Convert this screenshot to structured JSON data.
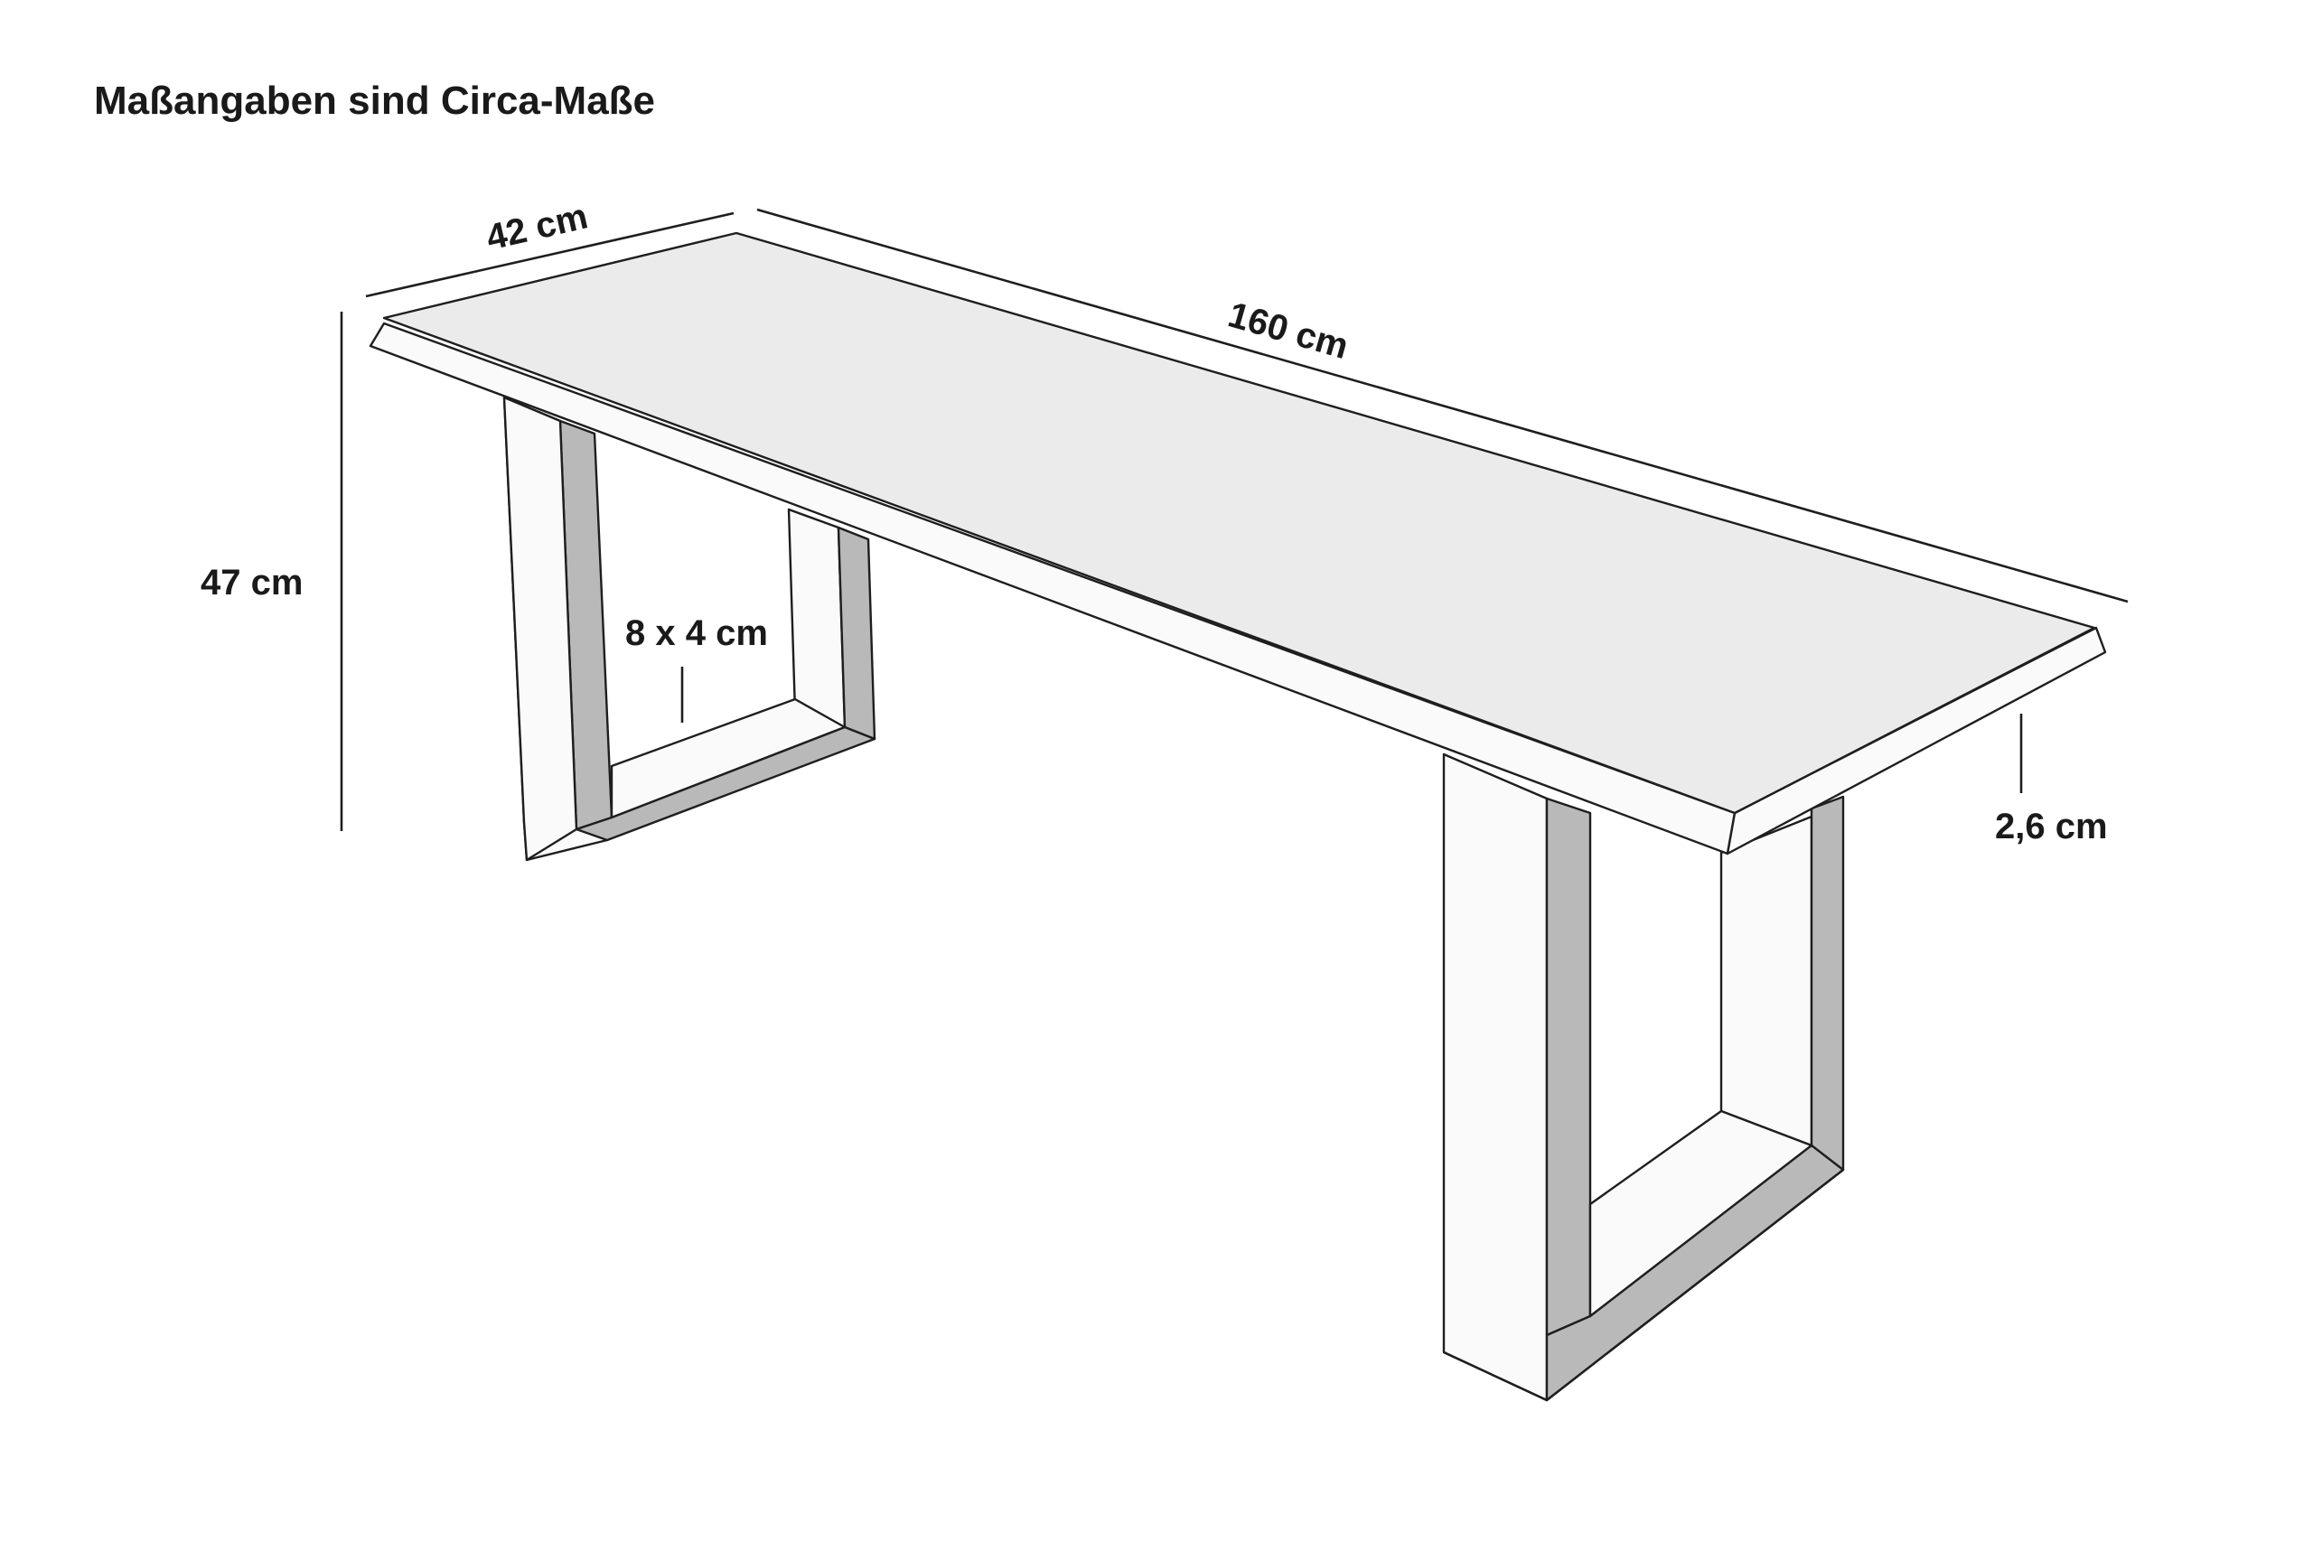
{
  "title": "Maßangaben sind Circa-Maße",
  "dimensions": {
    "depth": "42 cm",
    "length": "160 cm",
    "height": "47 cm",
    "leg_profile": "8 x 4 cm",
    "top_thickness": "2,6 cm"
  },
  "colors": {
    "background": "#ffffff",
    "top_face": "#ebebeb",
    "leg_front": "#fafafa",
    "leg_side": "#b9b9b9",
    "line": "#1e1e1e",
    "text": "#1a1a1a"
  }
}
